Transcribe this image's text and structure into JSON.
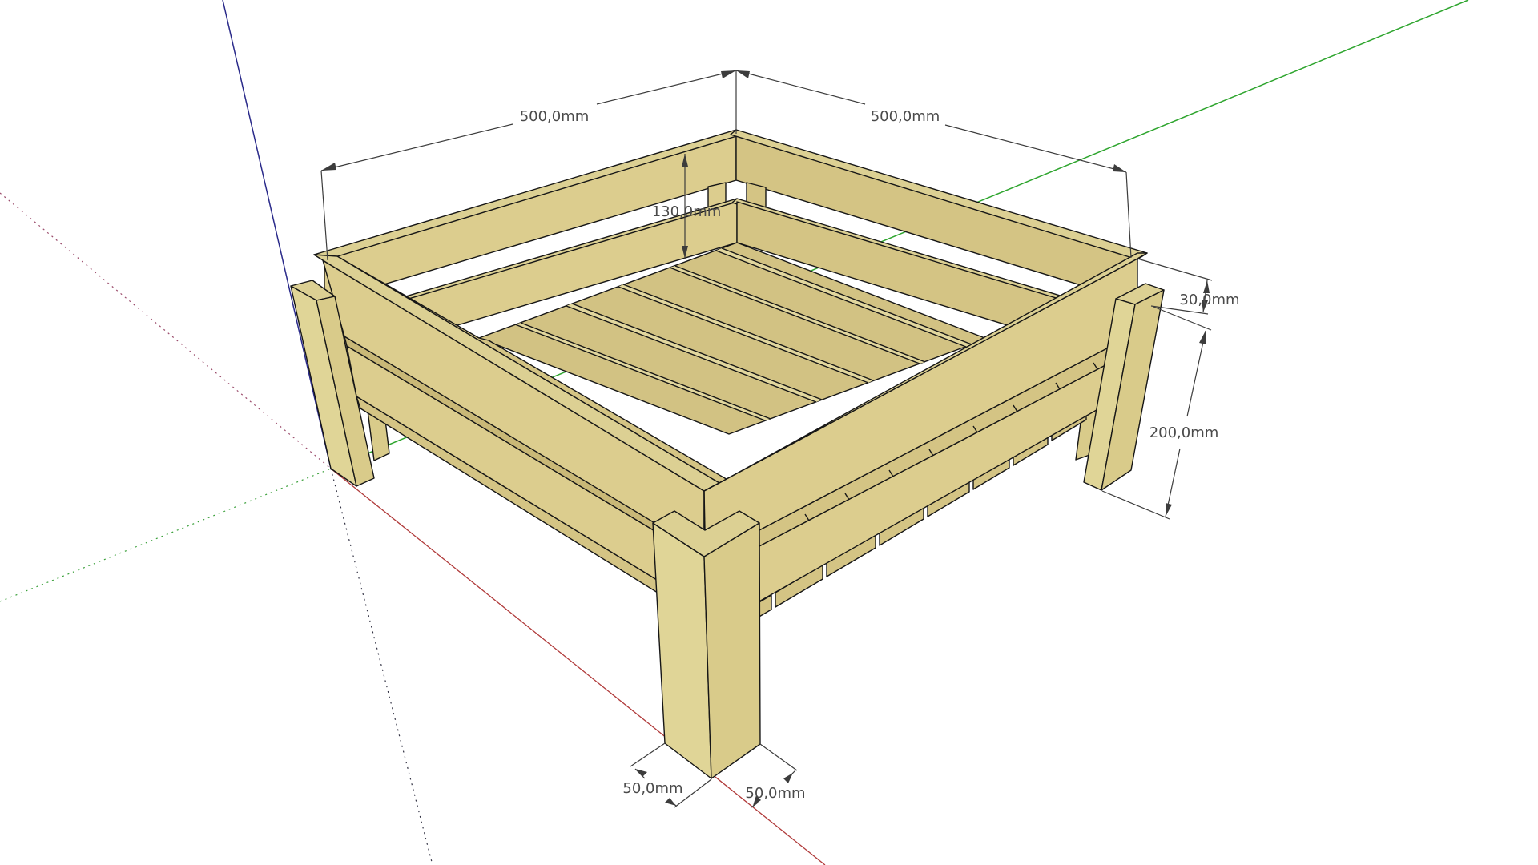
{
  "viewport": {
    "background": "#ffffff",
    "style": "3D model viewport, perspective view"
  },
  "axes": {
    "red_color": "#b03a3a",
    "green_color": "#2ea52e",
    "blue_color": "#2a2a8a"
  },
  "model": {
    "name": "wooden raised planter box on legs",
    "wood_color": "#dccd8e"
  },
  "dimensions": {
    "width_left": "500,0mm",
    "width_right": "500,0mm",
    "rail_height": "130,0mm",
    "top_rail_thickness": "30,0mm",
    "leg_height": "200,0mm",
    "leg_depth_left": "50,0mm",
    "leg_depth_right": "50,0mm"
  }
}
